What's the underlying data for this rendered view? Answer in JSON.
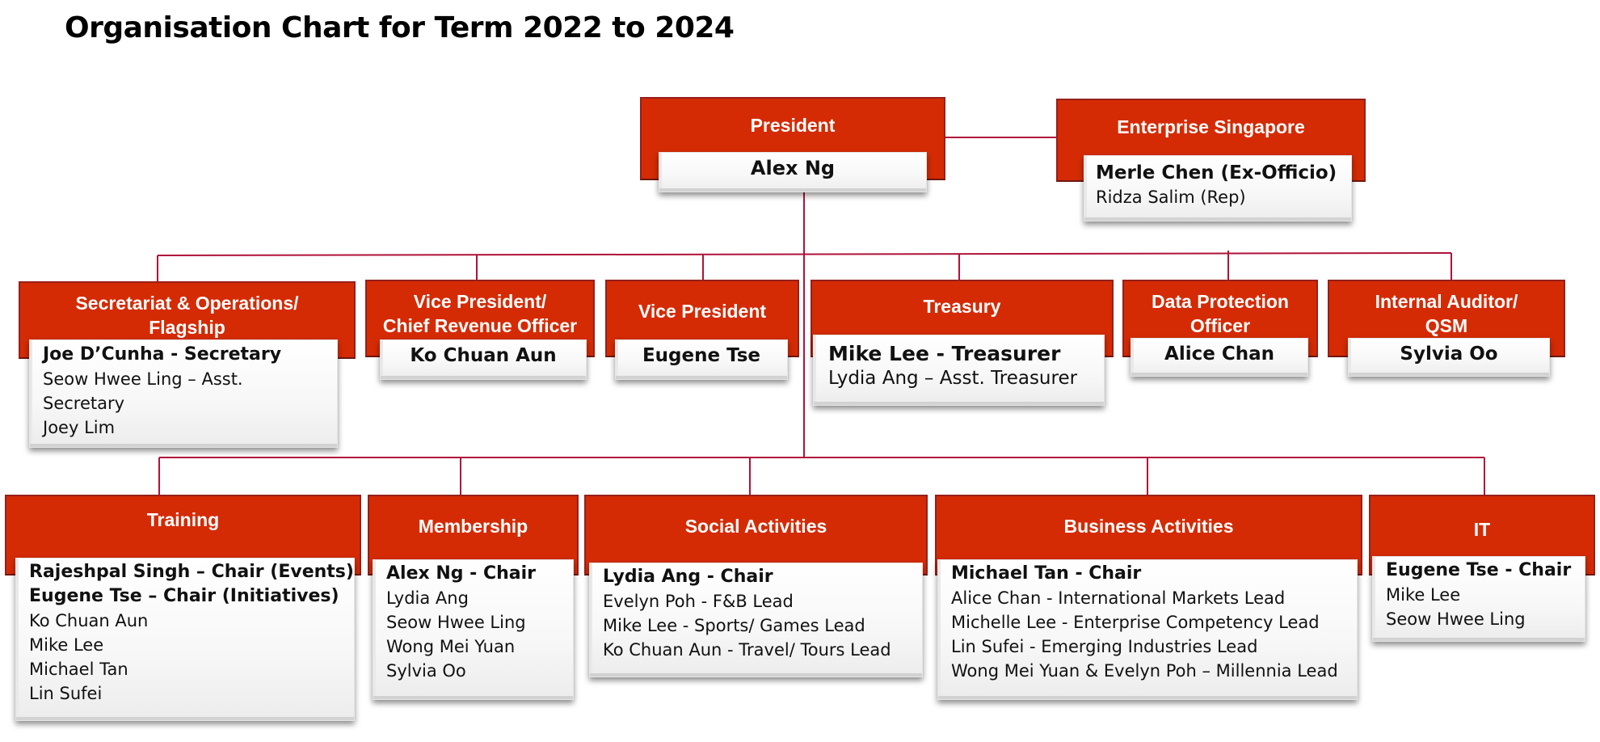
{
  "title": "Organisation Chart for Term 2022 to 2024",
  "colors": {
    "header": "#d42b05",
    "connector": "#b0123a"
  },
  "president": {
    "title": "President",
    "name": "Alex Ng"
  },
  "enterprise": {
    "title": "Enterprise Singapore",
    "lines": [
      "Merle Chen (Ex-Officio)",
      "Ridza Salim (Rep)"
    ]
  },
  "secretariat": {
    "title_1": "Secretariat & Operations/",
    "title_2": "Flagship",
    "lines": [
      "Joe D’Cunha - Secretary",
      "Seow Hwee Ling – Asst.",
      "Secretary",
      "Joey Lim"
    ]
  },
  "vp_cro": {
    "title_1": "Vice President/",
    "title_2": "Chief Revenue Officer",
    "name": "Ko Chuan Aun"
  },
  "vp": {
    "title": "Vice President",
    "name": "Eugene Tse"
  },
  "treasury": {
    "title": "Treasury",
    "lines": [
      "Mike Lee - Treasurer",
      "Lydia Ang – Asst. Treasurer"
    ]
  },
  "dpo": {
    "title_1": "Data Protection",
    "title_2": "Officer",
    "name": "Alice Chan"
  },
  "auditor": {
    "title_1": "Internal Auditor/",
    "title_2": "QSM",
    "name": "Sylvia Oo"
  },
  "training": {
    "title": "Training",
    "lines": [
      "Rajeshpal Singh – Chair (Events)",
      "Eugene Tse – Chair (Initiatives)",
      "Ko Chuan Aun",
      "Mike Lee",
      "Michael Tan",
      "Lin Sufei"
    ]
  },
  "membership": {
    "title": "Membership",
    "lines": [
      "Alex Ng - Chair",
      "Lydia Ang",
      "Seow Hwee Ling",
      "Wong Mei Yuan",
      "Sylvia Oo"
    ]
  },
  "social": {
    "title": "Social Activities",
    "lines": [
      "Lydia Ang - Chair",
      "Evelyn Poh - F&B Lead",
      "Mike Lee - Sports/ Games Lead",
      "Ko Chuan Aun - Travel/ Tours Lead"
    ]
  },
  "business": {
    "title": "Business Activities",
    "lines": [
      "Michael Tan - Chair",
      "Alice Chan - International Markets Lead",
      "Michelle Lee - Enterprise Competency Lead",
      "Lin Sufei - Emerging Industries Lead",
      "Wong Mei Yuan & Evelyn Poh – Millennia Lead"
    ]
  },
  "it": {
    "title": "IT",
    "lines": [
      "Eugene Tse - Chair",
      "Mike Lee",
      "Seow Hwee Ling"
    ]
  }
}
